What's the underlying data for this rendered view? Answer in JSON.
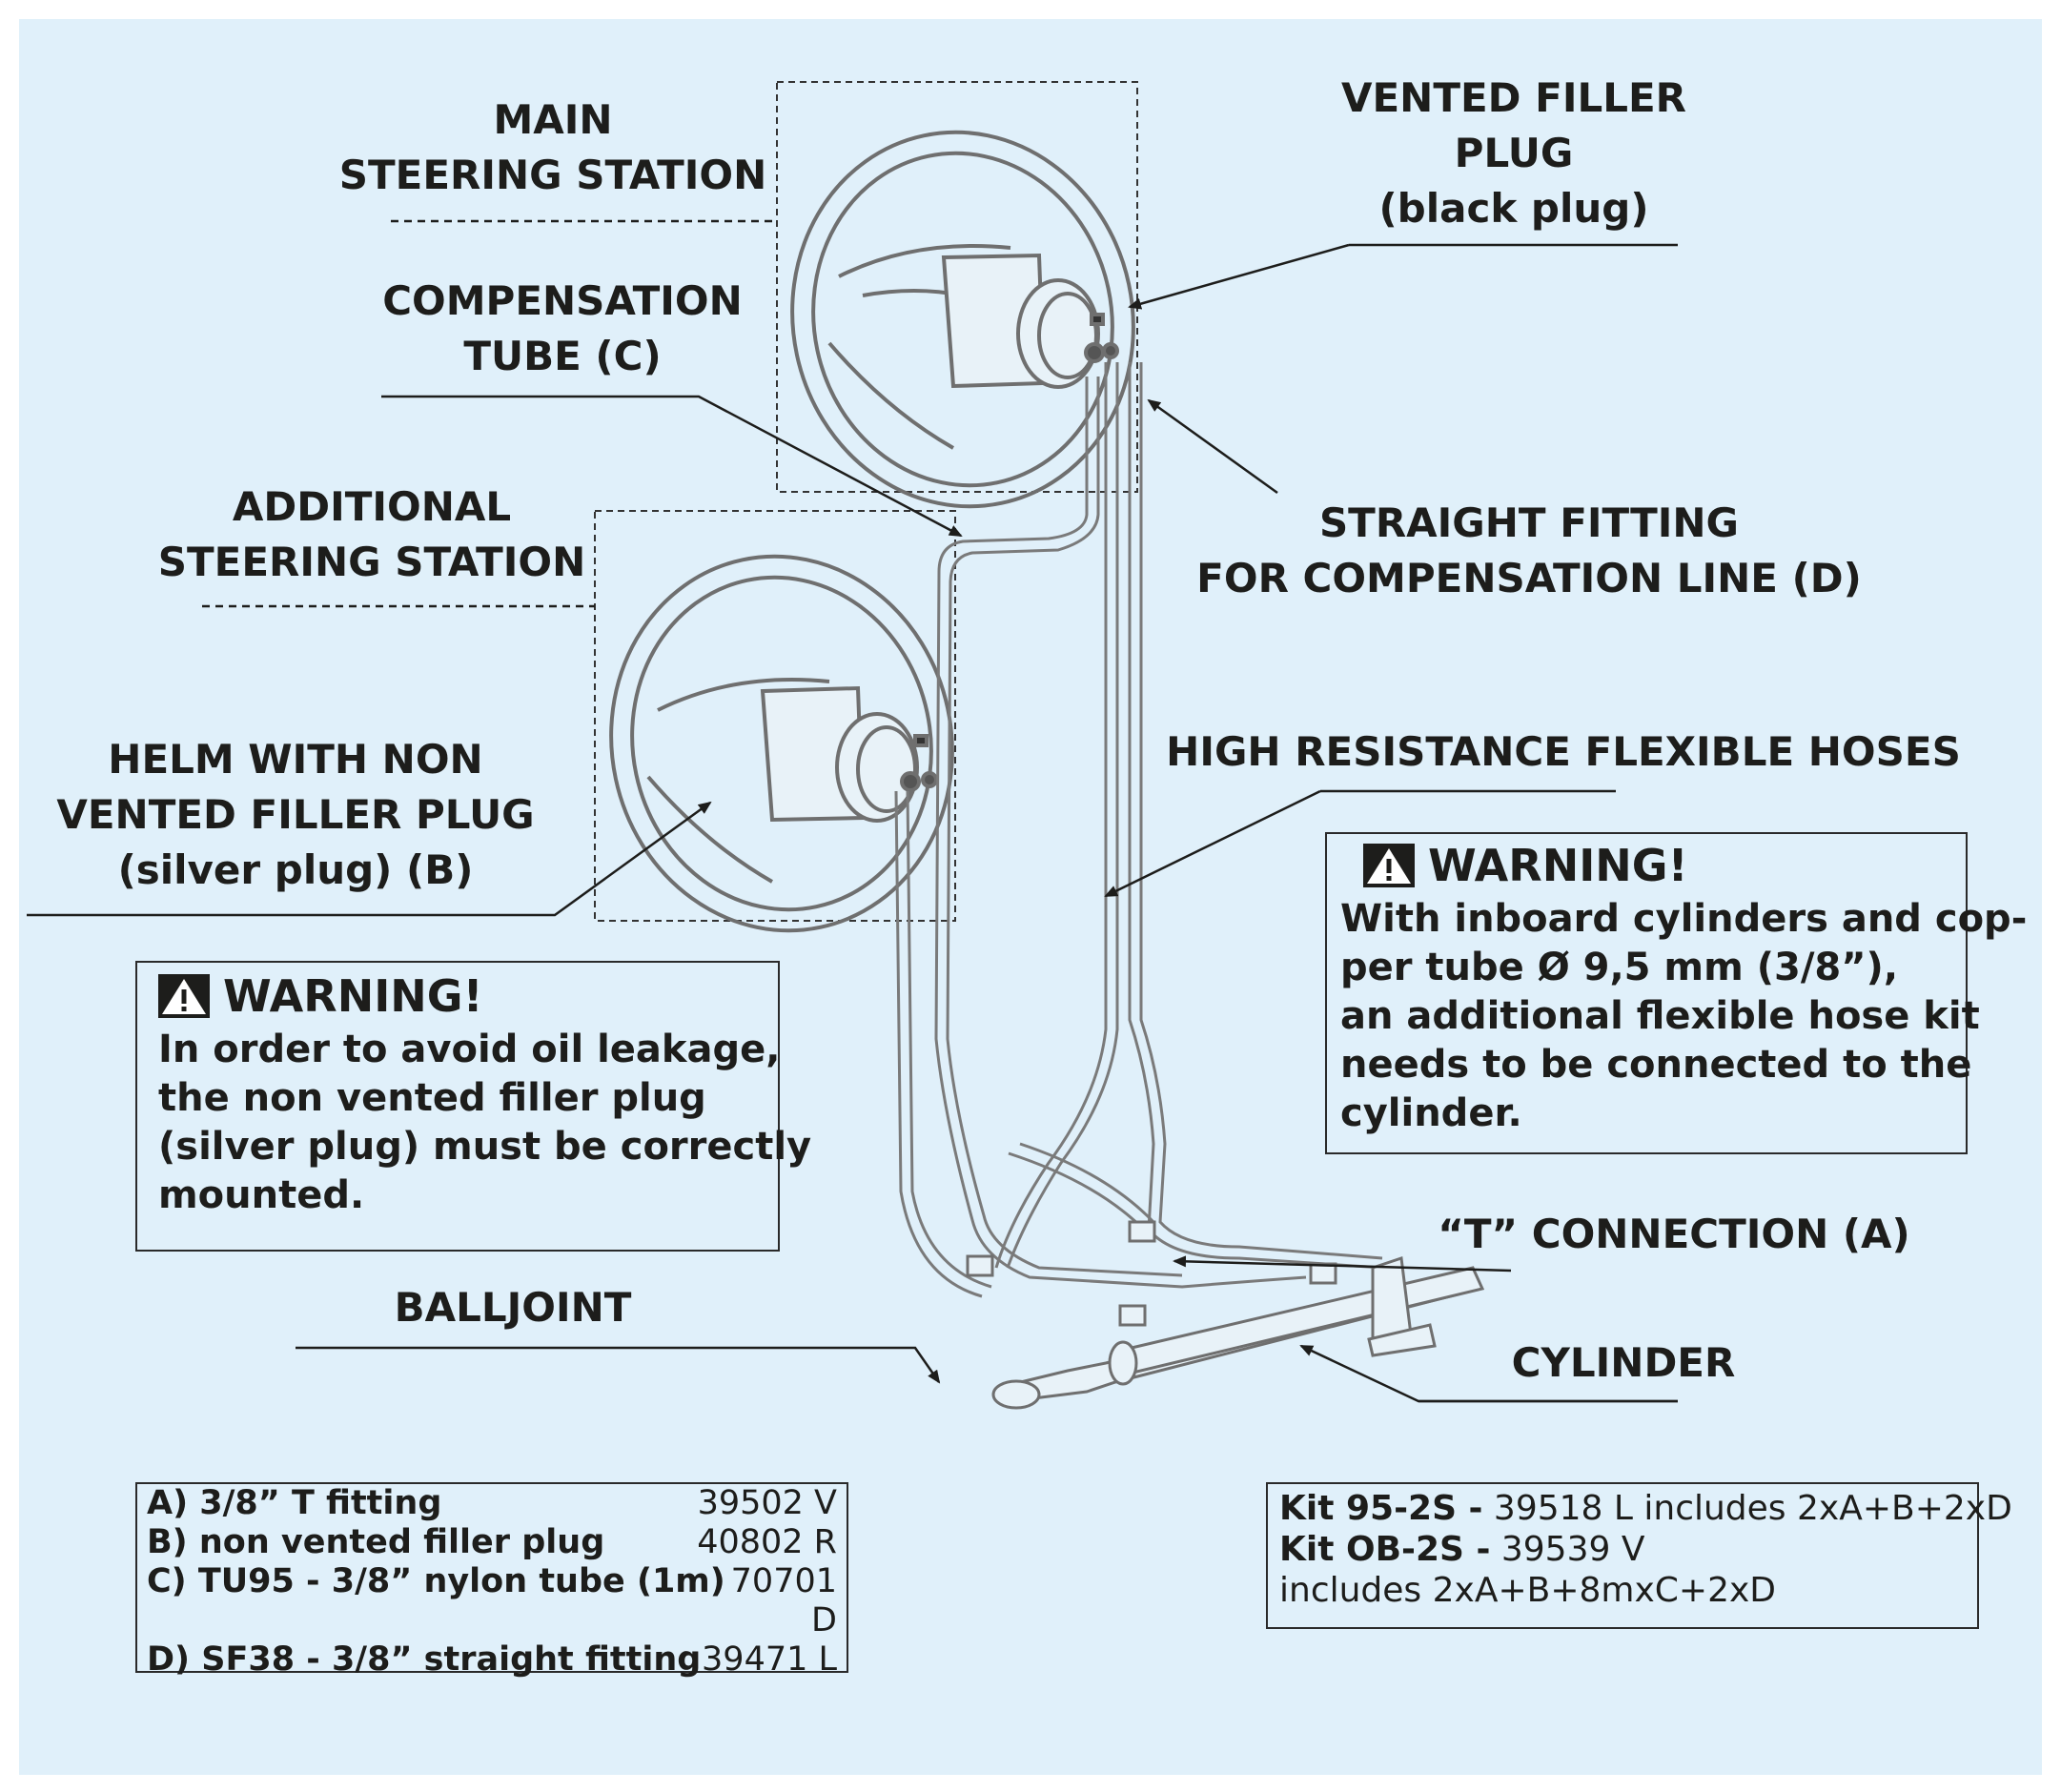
{
  "labels": {
    "main_station": [
      "MAIN",
      "STEERING STATION"
    ],
    "compensation_tube": [
      "COMPENSATION",
      "TUBE (C)"
    ],
    "additional_station": [
      "ADDITIONAL",
      "STEERING STATION"
    ],
    "helm_non_vented": [
      "HELM WITH NON",
      "VENTED FILLER PLUG",
      "(silver plug) (B)"
    ],
    "balljoint": "BALLJOINT",
    "vented_plug": [
      "VENTED FILLER",
      "PLUG",
      "(black plug)"
    ],
    "straight_fitting": [
      "STRAIGHT FITTING",
      "FOR COMPENSATION LINE (D)"
    ],
    "flexible_hoses": "HIGH RESISTANCE FLEXIBLE HOSES",
    "t_connection": "“T” CONNECTION (A)",
    "cylinder": "CYLINDER"
  },
  "warning_left": {
    "title": "WARNING!",
    "lines": [
      "In order to avoid oil leakage,",
      "the non vented filler plug",
      "(silver plug) must be correctly",
      "mounted."
    ]
  },
  "warning_right": {
    "title": "WARNING!",
    "lines": [
      "With inboard cylinders and cop-",
      "per tube Ø 9,5 mm (3/8”),",
      "an additional flexible hose kit",
      "needs to be connected to the",
      "cylinder."
    ]
  },
  "parts": [
    {
      "name": "A) 3/8” T fitting",
      "code": "39502 V"
    },
    {
      "name": "B) non vented filler plug",
      "code": "40802 R"
    },
    {
      "name": "C) TU95 - 3/8” nylon tube (1m)",
      "code": "70701\nD"
    },
    {
      "name": "D) SF38 - 3/8” straight fitting",
      "code": "39471 L"
    }
  ],
  "kits": {
    "kit1_name": "Kit 95-2S -",
    "kit1_text": " 39518 L includes 2xA+B+2xD",
    "kit2_name": "Kit OB-2S -",
    "kit2_text": " 39539 V",
    "kit2_line2": "includes 2xA+B+8mxC+2xD"
  },
  "colors": {
    "panel": "#e0f0fa",
    "ink": "#1d1d1b",
    "line_art": "#6f6f6f"
  },
  "icons": [
    "warning-triangle-icon"
  ]
}
